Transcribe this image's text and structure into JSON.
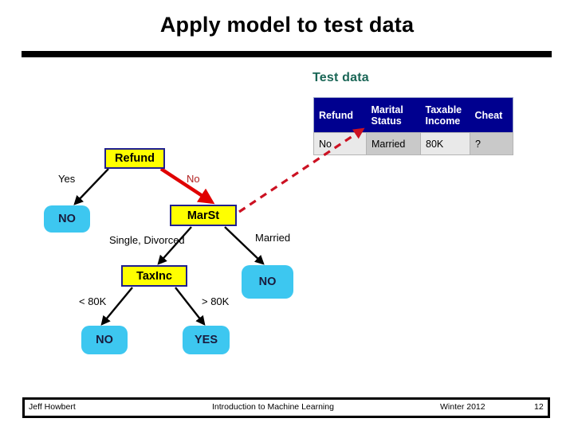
{
  "slide": {
    "title": "Apply model to test data",
    "page_number": "12"
  },
  "test_data": {
    "heading": "Test data",
    "columns": [
      "Refund",
      "Marital Status",
      "Taxable Income",
      "Cheat"
    ],
    "rows": [
      [
        "No",
        "Married",
        "80K",
        "?"
      ]
    ],
    "header_bg": "#00008f",
    "header_fg": "#ffffff"
  },
  "tree": {
    "nodes": [
      {
        "id": "refund",
        "label": "Refund",
        "type": "internal"
      },
      {
        "id": "no-left",
        "label": "NO",
        "type": "leaf"
      },
      {
        "id": "marst",
        "label": "MarSt",
        "type": "internal"
      },
      {
        "id": "taxinc",
        "label": "TaxInc",
        "type": "internal"
      },
      {
        "id": "no-right",
        "label": "NO",
        "type": "leaf"
      },
      {
        "id": "no-bottom",
        "label": "NO",
        "type": "leaf"
      },
      {
        "id": "yes",
        "label": "YES",
        "type": "leaf"
      }
    ],
    "edge_labels": [
      {
        "id": "yes-branch",
        "text": "Yes"
      },
      {
        "id": "no-branch",
        "text": "No"
      },
      {
        "id": "single-divorced",
        "text": "Single, Divorced"
      },
      {
        "id": "married",
        "text": "Married"
      },
      {
        "id": "lt-80k",
        "text": "< 80K"
      },
      {
        "id": "gt-80k",
        "text": "> 80K"
      }
    ],
    "colors": {
      "internal_fill": "#ffff00",
      "internal_border": "#1f1f8f",
      "leaf_fill": "#3dc7f0",
      "highlight_edge": "#e00000",
      "trace_arrow": "#cc1122"
    }
  },
  "footer": {
    "author": "Jeff Howbert",
    "course": "Introduction to Machine Learning",
    "term": "Winter 2012",
    "page": "12"
  }
}
